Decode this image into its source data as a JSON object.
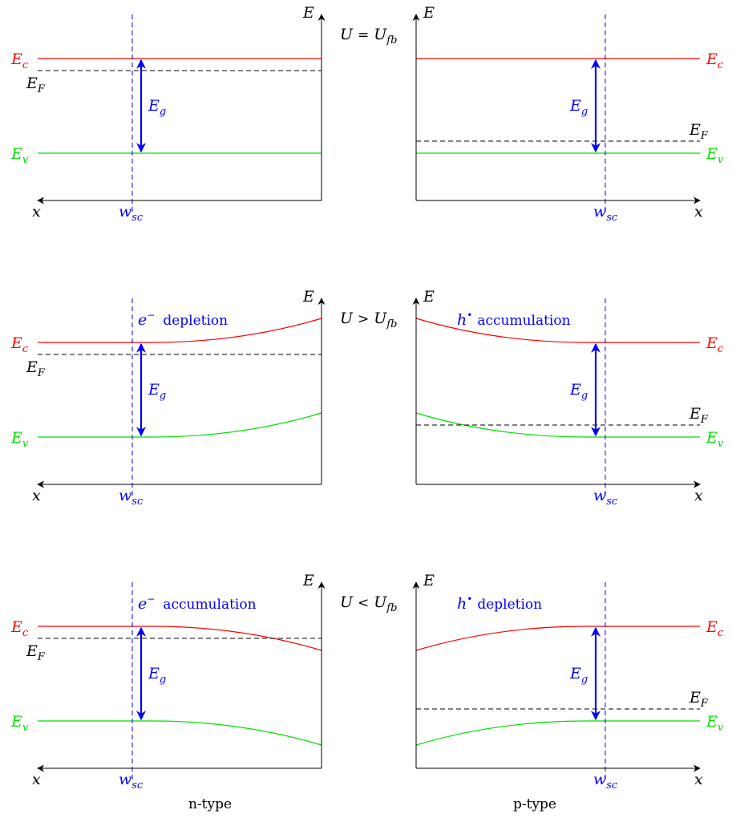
{
  "colors": {
    "conduction": "#ff0000",
    "valence": "#00dd00",
    "fermi": "#000000",
    "accent": "#0000ff",
    "axis": "#000000"
  },
  "labels": {
    "e_axis": "E",
    "x_axis": "x",
    "ec_main": "E",
    "ec_sub": "c",
    "ev_main": "E",
    "ev_sub": "v",
    "ef_main": "E",
    "ef_sub": "F",
    "eg_main": "E",
    "eg_sub": "g",
    "wsc_main": "w",
    "wsc_sub": "sc"
  },
  "rows": [
    {
      "condition": {
        "u": "U",
        "op": "=",
        "ufb": "U",
        "ufb_sub": "fb"
      },
      "n_note": null,
      "p_note": null
    },
    {
      "condition": {
        "u": "U",
        "op": ">",
        "ufb": "U",
        "ufb_sub": "fb"
      },
      "n_note": {
        "carrier": "e",
        "sup": "−",
        "text": "depletion"
      },
      "p_note": {
        "carrier": "h",
        "sup": "•",
        "text": "accumulation"
      }
    },
    {
      "condition": {
        "u": "U",
        "op": "<",
        "ufb": "U",
        "ufb_sub": "fb"
      },
      "n_note": {
        "carrier": "e",
        "sup": "−",
        "text": "accumulation"
      },
      "p_note": {
        "carrier": "h",
        "sup": "•",
        "text": "depletion"
      }
    }
  ],
  "captions": {
    "n_type": "n-type",
    "p_type": "p-type"
  },
  "band_model": {
    "rows": [
      {
        "n_bend": 0,
        "p_bend": 0
      },
      {
        "n_bend": 1,
        "p_bend": 1
      },
      {
        "n_bend": -1,
        "p_bend": -1
      }
    ]
  }
}
